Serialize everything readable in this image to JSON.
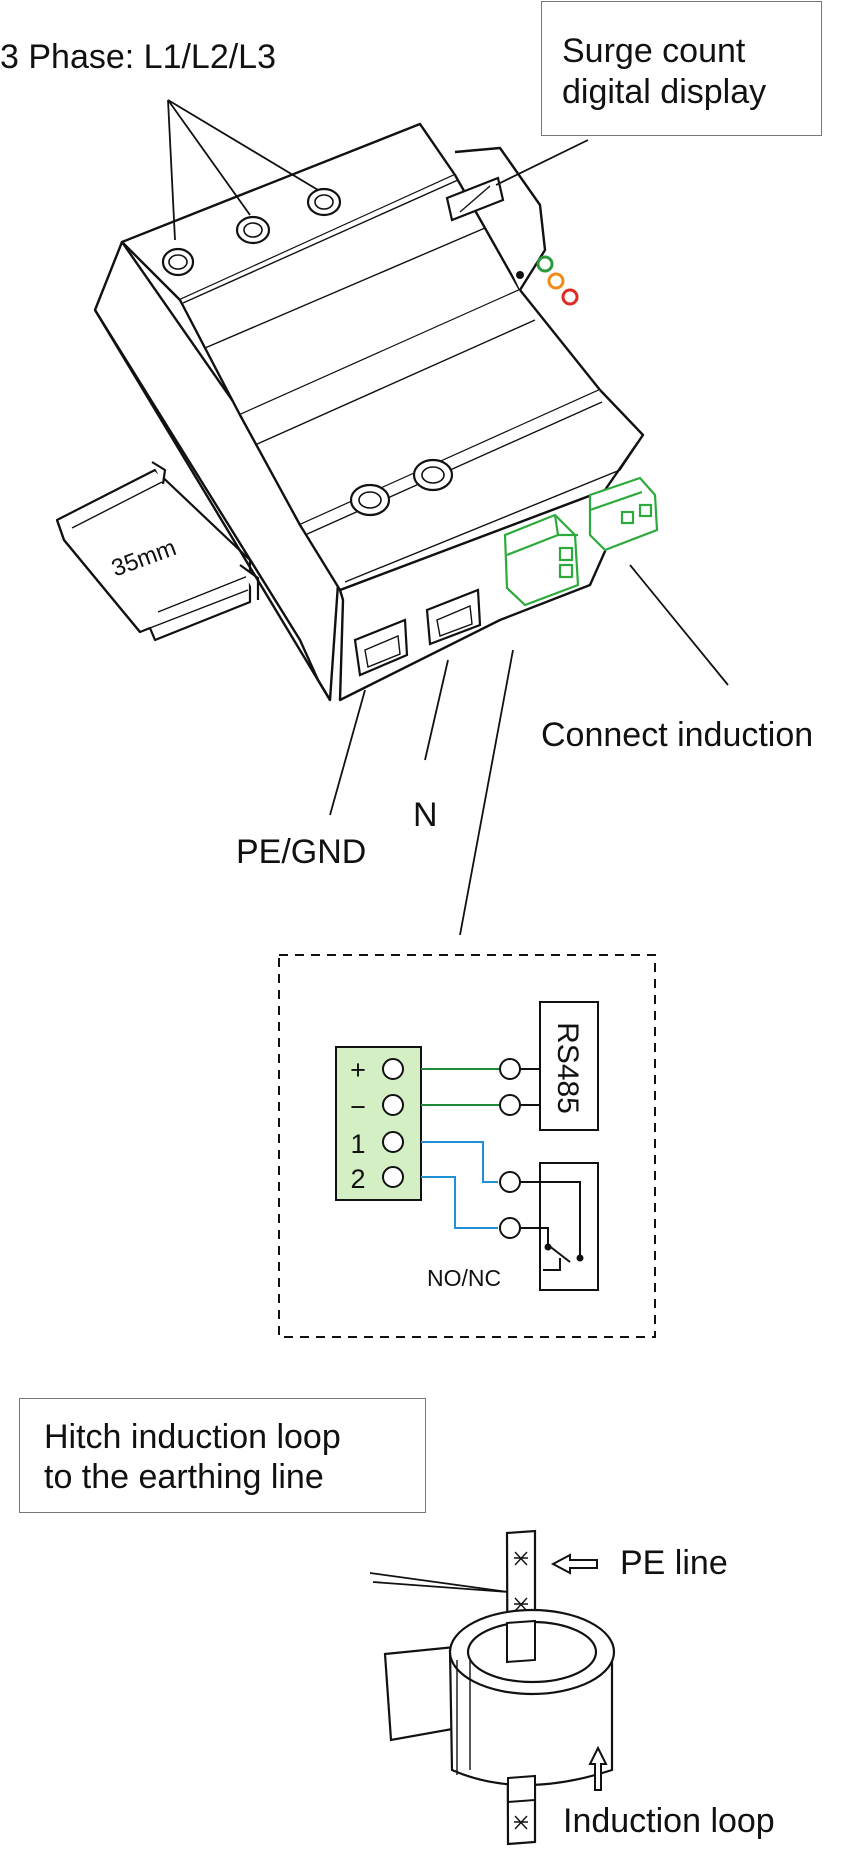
{
  "labels": {
    "three_phase": "3 Phase: L1/L2/L3",
    "surge_line1": "Surge count",
    "surge_line2": "digital display",
    "rail_35mm": "35mm",
    "connect_induction": "Connect induction",
    "neutral": "N",
    "pe_gnd": "PE/GND",
    "hitch_line1": "Hitch induction loop",
    "hitch_line2": "to the earthing line",
    "pe_line": "PE line",
    "induction_loop": "Induction loop"
  },
  "wiring": {
    "terminals": [
      "+",
      "−",
      "1",
      "2"
    ],
    "rs485": "RS485",
    "no_nc": "NO/NC"
  },
  "colors": {
    "terminal_fill": "#d4efc4",
    "rs485_wire": "#1e8a3c",
    "relay_wire": "#1f8fd6",
    "connector_green": "#2daa3c",
    "led_green": "#2a9a3a",
    "led_orange": "#f08a18",
    "led_red": "#e02a24"
  }
}
